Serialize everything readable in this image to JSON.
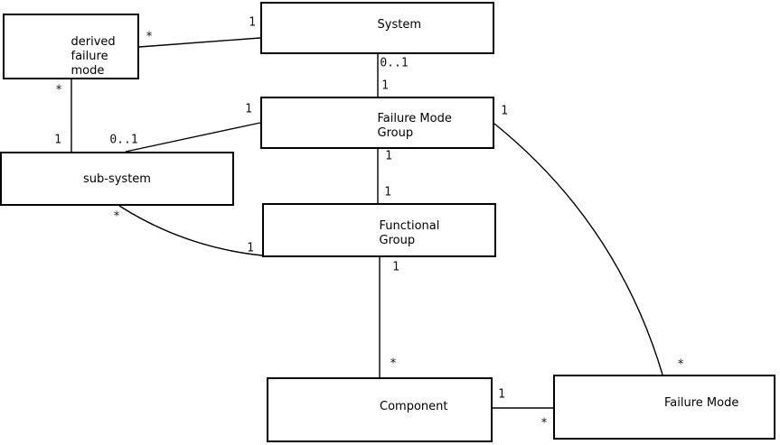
{
  "diagram": {
    "entities": {
      "derived_failure_mode": {
        "lines": [
          "derived",
          "failure",
          "mode"
        ]
      },
      "system": {
        "label": "System"
      },
      "failure_mode_group": {
        "lines": [
          "Failure Mode",
          "Group"
        ]
      },
      "sub_system": {
        "label": "sub-system"
      },
      "functional_group": {
        "lines": [
          "Functional",
          "Group"
        ]
      },
      "component": {
        "label": "Component"
      },
      "failure_mode": {
        "label": "Failure Mode"
      }
    },
    "associations": [
      {
        "from": "derived failure mode",
        "to": "System",
        "from_multiplicity": "*",
        "to_multiplicity": "1"
      },
      {
        "from": "derived failure mode",
        "to": "sub-system",
        "from_multiplicity": "*",
        "to_multiplicity": "1"
      },
      {
        "from": "sub-system",
        "to": "Failure Mode Group",
        "from_multiplicity": "0..1",
        "to_multiplicity": "1"
      },
      {
        "from": "System",
        "to": "Failure Mode Group",
        "from_multiplicity": "0..1",
        "to_multiplicity": "1"
      },
      {
        "from": "Failure Mode Group",
        "to": "Functional Group",
        "from_multiplicity": "1",
        "to_multiplicity": "1"
      },
      {
        "from": "Functional Group",
        "to": "Component",
        "from_multiplicity": "1",
        "to_multiplicity": "*"
      },
      {
        "from": "sub-system",
        "to": "Functional Group",
        "from_multiplicity": "*",
        "to_multiplicity": "1"
      },
      {
        "from": "Component",
        "to": "Failure Mode",
        "from_multiplicity": "1",
        "to_multiplicity": "*"
      },
      {
        "from": "Failure Mode Group",
        "to": "Failure Mode",
        "from_multiplicity": "1",
        "to_multiplicity": "*"
      }
    ],
    "colors": {
      "background": "#ffffff",
      "line": "#000000",
      "text": "#000000"
    }
  }
}
